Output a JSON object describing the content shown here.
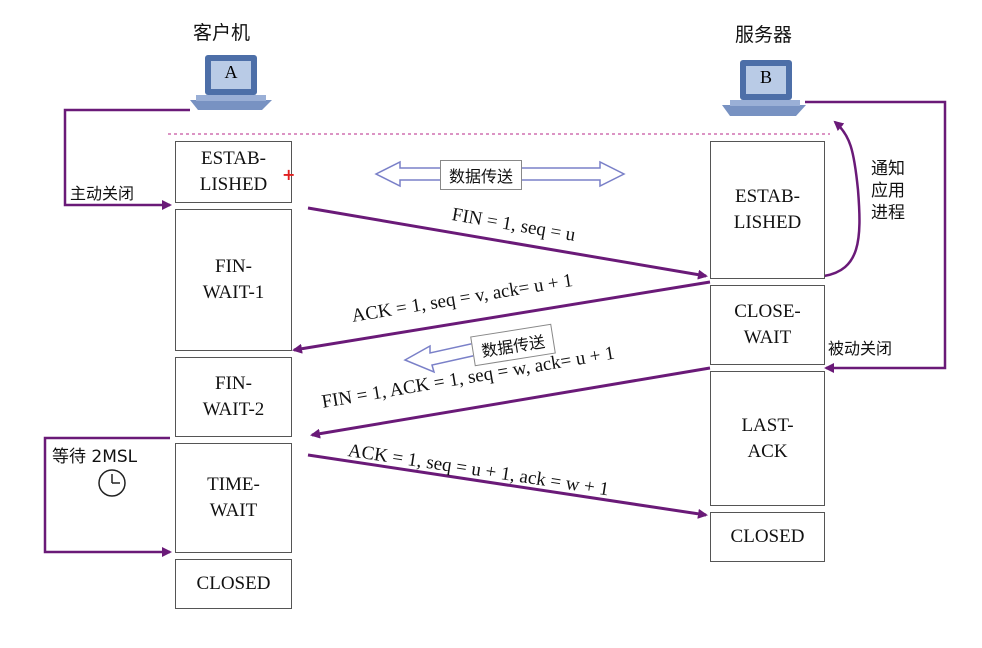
{
  "client": {
    "label": "客户机",
    "icon_letter": "A"
  },
  "server": {
    "label": "服务器",
    "icon_letter": "B"
  },
  "client_states": [
    "ESTAB-\nLISHED",
    "FIN-\nWAIT-1",
    "FIN-\nWAIT-2",
    "TIME-\nWAIT",
    "CLOSED"
  ],
  "server_states": [
    "ESTAB-\nLISHED",
    "CLOSE-\nWAIT",
    "LAST-\nACK",
    "CLOSED"
  ],
  "labels": {
    "active_close": "主动关闭",
    "passive_close": "被动关闭",
    "notify_app": "通知\n应用\n进程",
    "wait_2msl": "等待 2MSL",
    "data_transfer_1": "数据传送",
    "data_transfer_2": "数据传送"
  },
  "messages": [
    "FIN = 1, seq = u",
    "ACK = 1, seq = v, ack= u + 1",
    "FIN = 1, ACK = 1, seq = w, ack= u + 1",
    "ACK = 1, seq = u + 1, ack = w + 1"
  ],
  "colors": {
    "arrow": "#6a1a78",
    "dotted_line": "#d070b0",
    "hollow_arrow": "#7a80c8",
    "monitor": "#5a78b0"
  }
}
